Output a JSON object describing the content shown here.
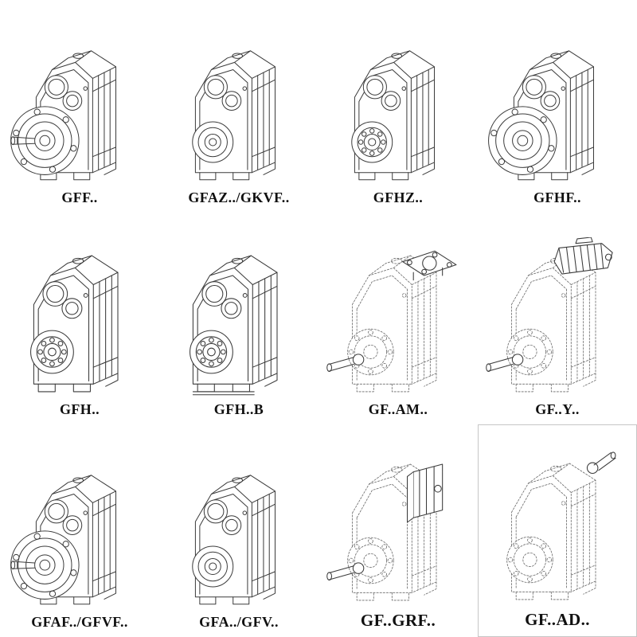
{
  "page": {
    "background": "#ffffff",
    "line_color": "#3b3b3b",
    "dashed_line_color": "#6a6a6a"
  },
  "figures": [
    {
      "label": "GFF..",
      "drawing": "gear-unit-output-flange-solid-shaft-drawing"
    },
    {
      "label": "GFAZ../GKVF..",
      "drawing": "gear-unit-hollow-shaft-drawing"
    },
    {
      "label": "GFHZ..",
      "drawing": "gear-unit-hollow-shaft-shrink-disc-drawing"
    },
    {
      "label": "GFHF..",
      "drawing": "gear-unit-flange-hollow-shaft-drawing"
    },
    {
      "label": "GFH..",
      "drawing": "gear-unit-hollow-shaft-bearing-drawing"
    },
    {
      "label": "GFH..B",
      "drawing": "gear-unit-hollow-shaft-foot-drawing"
    },
    {
      "label": "GF..AM..",
      "drawing": "gear-unit-iec-adapter-flange-drawing"
    },
    {
      "label": "GF..Y..",
      "drawing": "gear-unit-with-motor-drawing"
    },
    {
      "label": "GFAF../GFVF..",
      "drawing": "gear-unit-output-flange-shaft-drawing"
    },
    {
      "label": "GFA../GFV..",
      "drawing": "gear-unit-shaft-mounted-drawing"
    },
    {
      "label": "GF..GRF..",
      "drawing": "gear-unit-input-adapter-drawing"
    },
    {
      "label": "GF..AD..",
      "drawing": "gear-unit-input-shaft-adapter-drawing"
    }
  ]
}
